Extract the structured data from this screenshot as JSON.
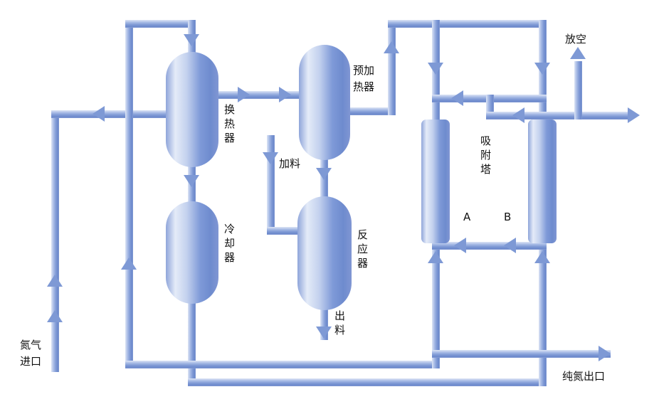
{
  "diagram": {
    "equipment": {
      "heat_exchanger": "换热器",
      "cooler": "冷却器",
      "preheater": "预加热器",
      "reactor": "反应器",
      "adsorption_tower": "吸附塔",
      "tower_a": "A",
      "tower_b": "B"
    },
    "streams": {
      "nitrogen_inlet": "氮气进口",
      "feed": "加料",
      "discharge": "出料",
      "vent": "放空",
      "pure_nitrogen_outlet": "纯氮出口"
    },
    "colors": {
      "pipe_mid": "#7e99d5",
      "pipe_light": "#dde5f5",
      "pipe_dark": "#6b88cb",
      "vessel_light": "#e4ebf8",
      "vessel_dark": "#6e8bce",
      "background": "#ffffff",
      "text": "#111111"
    }
  }
}
